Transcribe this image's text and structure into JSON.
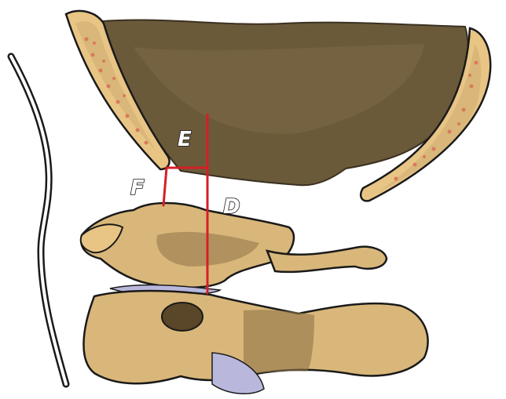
{
  "labels": {
    "e": "E",
    "f": "F",
    "d": "D"
  },
  "colors": {
    "background": "#ffffff",
    "brain_tissue": "#6b5a3a",
    "bone": "#d9b77a",
    "bone_shadow": "#8f7448",
    "marrow_outer": "#e8c585",
    "marrow_spot": "#d97a5a",
    "cartilage": "#b9b8dc",
    "measure_line": "#d61f26",
    "outline": "#1a1a1a"
  }
}
